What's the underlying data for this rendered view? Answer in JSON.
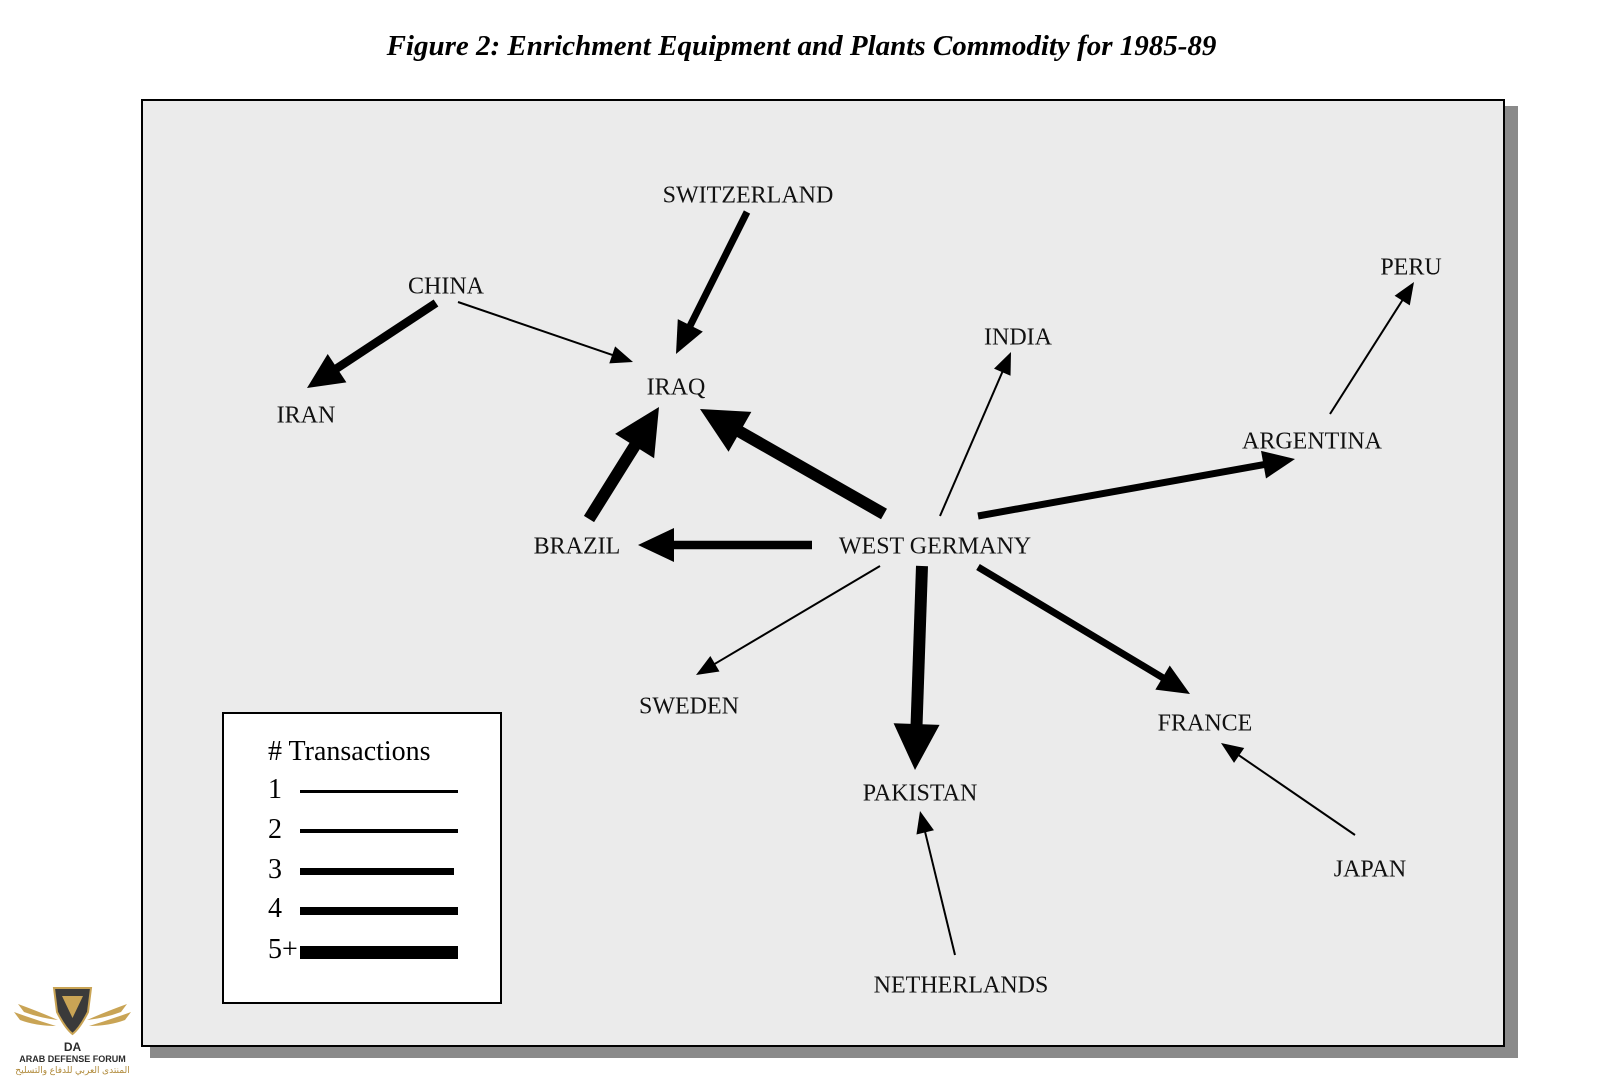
{
  "title": "Figure 2: Enrichment Equipment and Plants Commodity for 1985-89",
  "nodes": [
    {
      "id": "switzerland",
      "label": "SWITZERLAND"
    },
    {
      "id": "china",
      "label": "CHINA"
    },
    {
      "id": "peru",
      "label": "PERU"
    },
    {
      "id": "india",
      "label": "INDIA"
    },
    {
      "id": "iraq",
      "label": "IRAQ"
    },
    {
      "id": "iran",
      "label": "IRAN"
    },
    {
      "id": "argentina",
      "label": "ARGENTINA"
    },
    {
      "id": "brazil",
      "label": "BRAZIL"
    },
    {
      "id": "west_germany",
      "label": "WEST GERMANY"
    },
    {
      "id": "sweden",
      "label": "SWEDEN"
    },
    {
      "id": "france",
      "label": "FRANCE"
    },
    {
      "id": "pakistan",
      "label": "PAKISTAN"
    },
    {
      "id": "japan",
      "label": "JAPAN"
    },
    {
      "id": "netherlands",
      "label": "NETHERLANDS"
    }
  ],
  "edges": [
    {
      "from": "china",
      "to": "iran",
      "transactions": 4
    },
    {
      "from": "china",
      "to": "iraq",
      "transactions": 1
    },
    {
      "from": "switzerland",
      "to": "iraq",
      "transactions": 3
    },
    {
      "from": "brazil",
      "to": "iraq",
      "transactions": 5
    },
    {
      "from": "west_germany",
      "to": "iraq",
      "transactions": 5
    },
    {
      "from": "west_germany",
      "to": "brazil",
      "transactions": 4
    },
    {
      "from": "west_germany",
      "to": "india",
      "transactions": 1
    },
    {
      "from": "west_germany",
      "to": "argentina",
      "transactions": 3
    },
    {
      "from": "west_germany",
      "to": "sweden",
      "transactions": 1
    },
    {
      "from": "west_germany",
      "to": "pakistan",
      "transactions": 5
    },
    {
      "from": "west_germany",
      "to": "france",
      "transactions": 3
    },
    {
      "from": "argentina",
      "to": "peru",
      "transactions": 1
    },
    {
      "from": "japan",
      "to": "france",
      "transactions": 1
    },
    {
      "from": "netherlands",
      "to": "pakistan",
      "transactions": 1
    }
  ],
  "legend": {
    "title": "# Transactions",
    "items": [
      {
        "label": "1",
        "transactions": 1
      },
      {
        "label": "2",
        "transactions": 2
      },
      {
        "label": "3",
        "transactions": 3
      },
      {
        "label": "4",
        "transactions": 4
      },
      {
        "label": "5+",
        "transactions": 5
      }
    ]
  },
  "logo": {
    "name": "ARAB DEFENSE FORUM",
    "arabic": "المنتدى العربي للدفاع والتسليح",
    "monogram": "DA"
  }
}
